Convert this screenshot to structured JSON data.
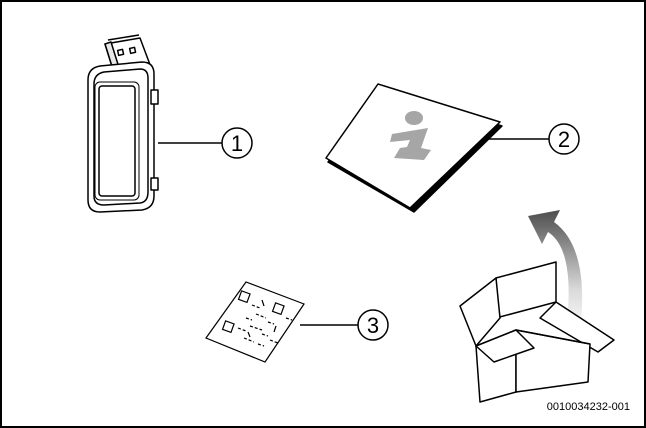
{
  "callouts": [
    {
      "number": "1",
      "item": "usb-adapter"
    },
    {
      "number": "2",
      "item": "information-booklet"
    },
    {
      "number": "3",
      "item": "qr-code-sheet"
    }
  ],
  "figure_code": "0010034232-001",
  "icons": [
    "usb-stick-icon",
    "booklet-info-icon",
    "qr-code-sheet-icon",
    "open-box-icon",
    "unpack-arrow-icon"
  ],
  "colors": {
    "line": "#000000",
    "arrow_dark": "#4d4d4d",
    "arrow_light": "#d9d9d9",
    "info_glyph": "#a6a6a6"
  }
}
